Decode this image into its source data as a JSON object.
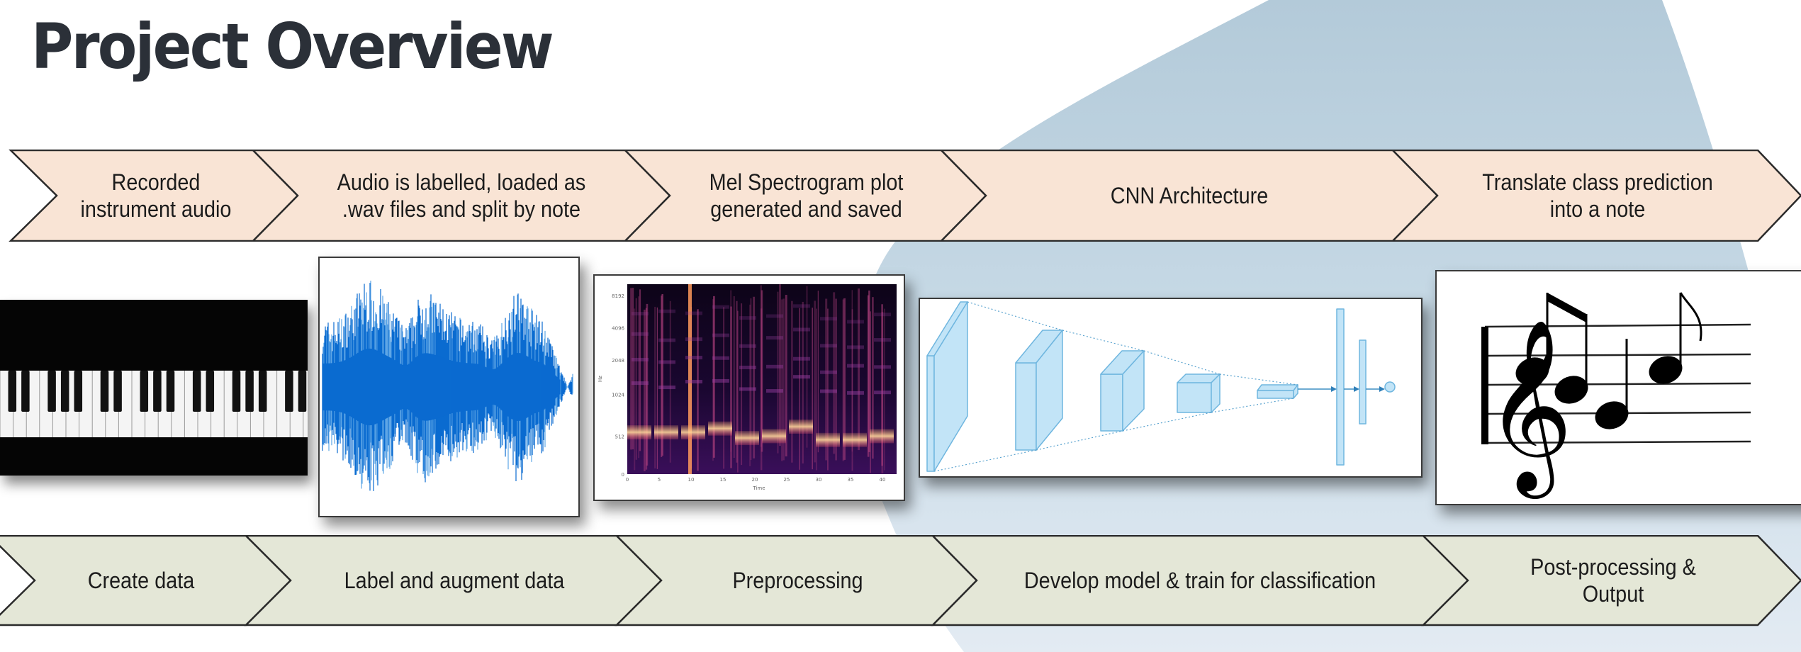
{
  "slide": {
    "title": "Project Overview",
    "colors": {
      "title": "#2b3038",
      "top_row_fill": "#f9e4d5",
      "bottom_row_fill": "#e4e7d7",
      "chevron_stroke": "#2a2a2a",
      "blob_dark": "#b3cad9",
      "blob_light": "#e8eef5",
      "waveform": "#0a6bd0",
      "cnn_fill": "#c2e4f7",
      "cnn_stroke": "#6fb6df"
    }
  },
  "top_row": {
    "steps": [
      {
        "label_line1": "Recorded",
        "label_line2": "instrument audio"
      },
      {
        "label_line1": "Audio is labelled, loaded as",
        "label_line2": ".wav files and split by note"
      },
      {
        "label_line1": "Mel Spectrogram plot",
        "label_line2": "generated and saved"
      },
      {
        "label_line1": "CNN Architecture",
        "label_line2": ""
      },
      {
        "label_line1": "Translate class prediction",
        "label_line2": "into a note"
      }
    ]
  },
  "bottom_row": {
    "steps": [
      {
        "label_line1": "Create data",
        "label_line2": ""
      },
      {
        "label_line1": "Label and augment data",
        "label_line2": ""
      },
      {
        "label_line1": "Preprocessing",
        "label_line2": ""
      },
      {
        "label_line1": "Develop model & train for classification",
        "label_line2": ""
      },
      {
        "label_line1": "Post-processing &",
        "label_line2": "Output"
      }
    ]
  },
  "images": {
    "piano": {
      "name": "piano-keyboard-photo"
    },
    "waveform": {
      "name": "audio-waveform"
    },
    "spectrogram": {
      "name": "mel-spectrogram",
      "ylabel": "Hz",
      "xlabel": "Time",
      "yticks": [
        "0",
        "512",
        "1024",
        "2048",
        "4096",
        "8192"
      ],
      "xticks": [
        "0",
        "5",
        "10",
        "15",
        "20",
        "25",
        "30",
        "35",
        "40"
      ]
    },
    "cnn": {
      "name": "cnn-architecture-diagram",
      "conv_blocks": 5,
      "dense_layers": 2,
      "output_nodes": 1
    },
    "notes": {
      "name": "sheet-music-notes"
    }
  }
}
